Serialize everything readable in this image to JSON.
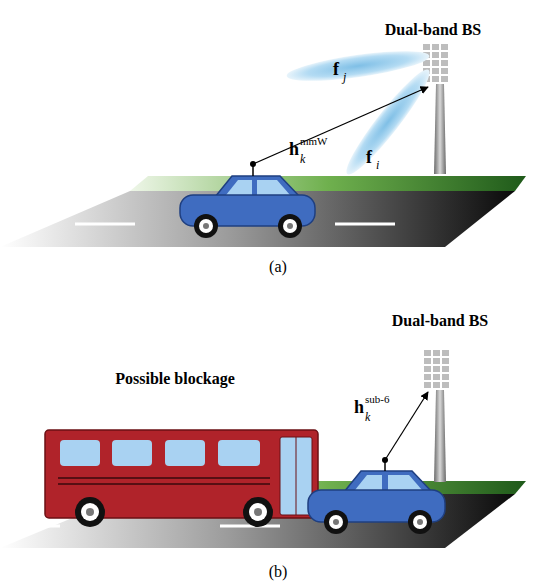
{
  "diagram": {
    "labels": [
      "Dual-band BS",
      "f",
      "j",
      "h",
      "k",
      "mmW",
      "f",
      "i",
      "(a)",
      "Dual-band BS",
      "Possible blockage",
      "h",
      "k",
      "sub-6",
      "(b)"
    ]
  }
}
